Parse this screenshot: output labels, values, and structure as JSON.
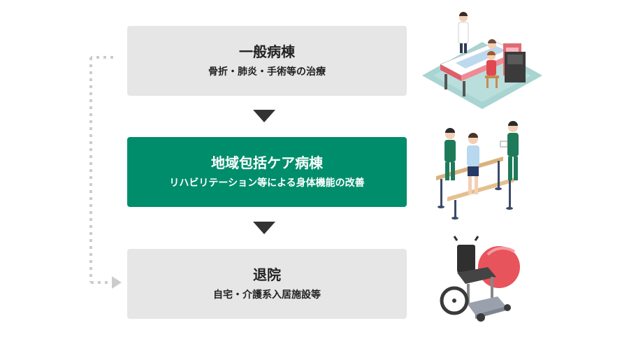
{
  "flow": {
    "steps": [
      {
        "title": "一般病棟",
        "subtitle": "骨折・肺炎・手術等の治療"
      },
      {
        "title": "地域包括ケア病棟",
        "subtitle": "リハビリテーション等による身体機能の改善"
      },
      {
        "title": "退院",
        "subtitle": "自宅・介護系入居施設等"
      }
    ]
  },
  "colors": {
    "box_gray": "#e6e6e6",
    "box_green": "#008d6b",
    "arrow": "#333333",
    "dotted_line": "#cccccc",
    "text_dark": "#222222"
  },
  "icons": [
    "hospital-bed-illustration",
    "rehabilitation-illustration",
    "wheelchair-illustration"
  ]
}
